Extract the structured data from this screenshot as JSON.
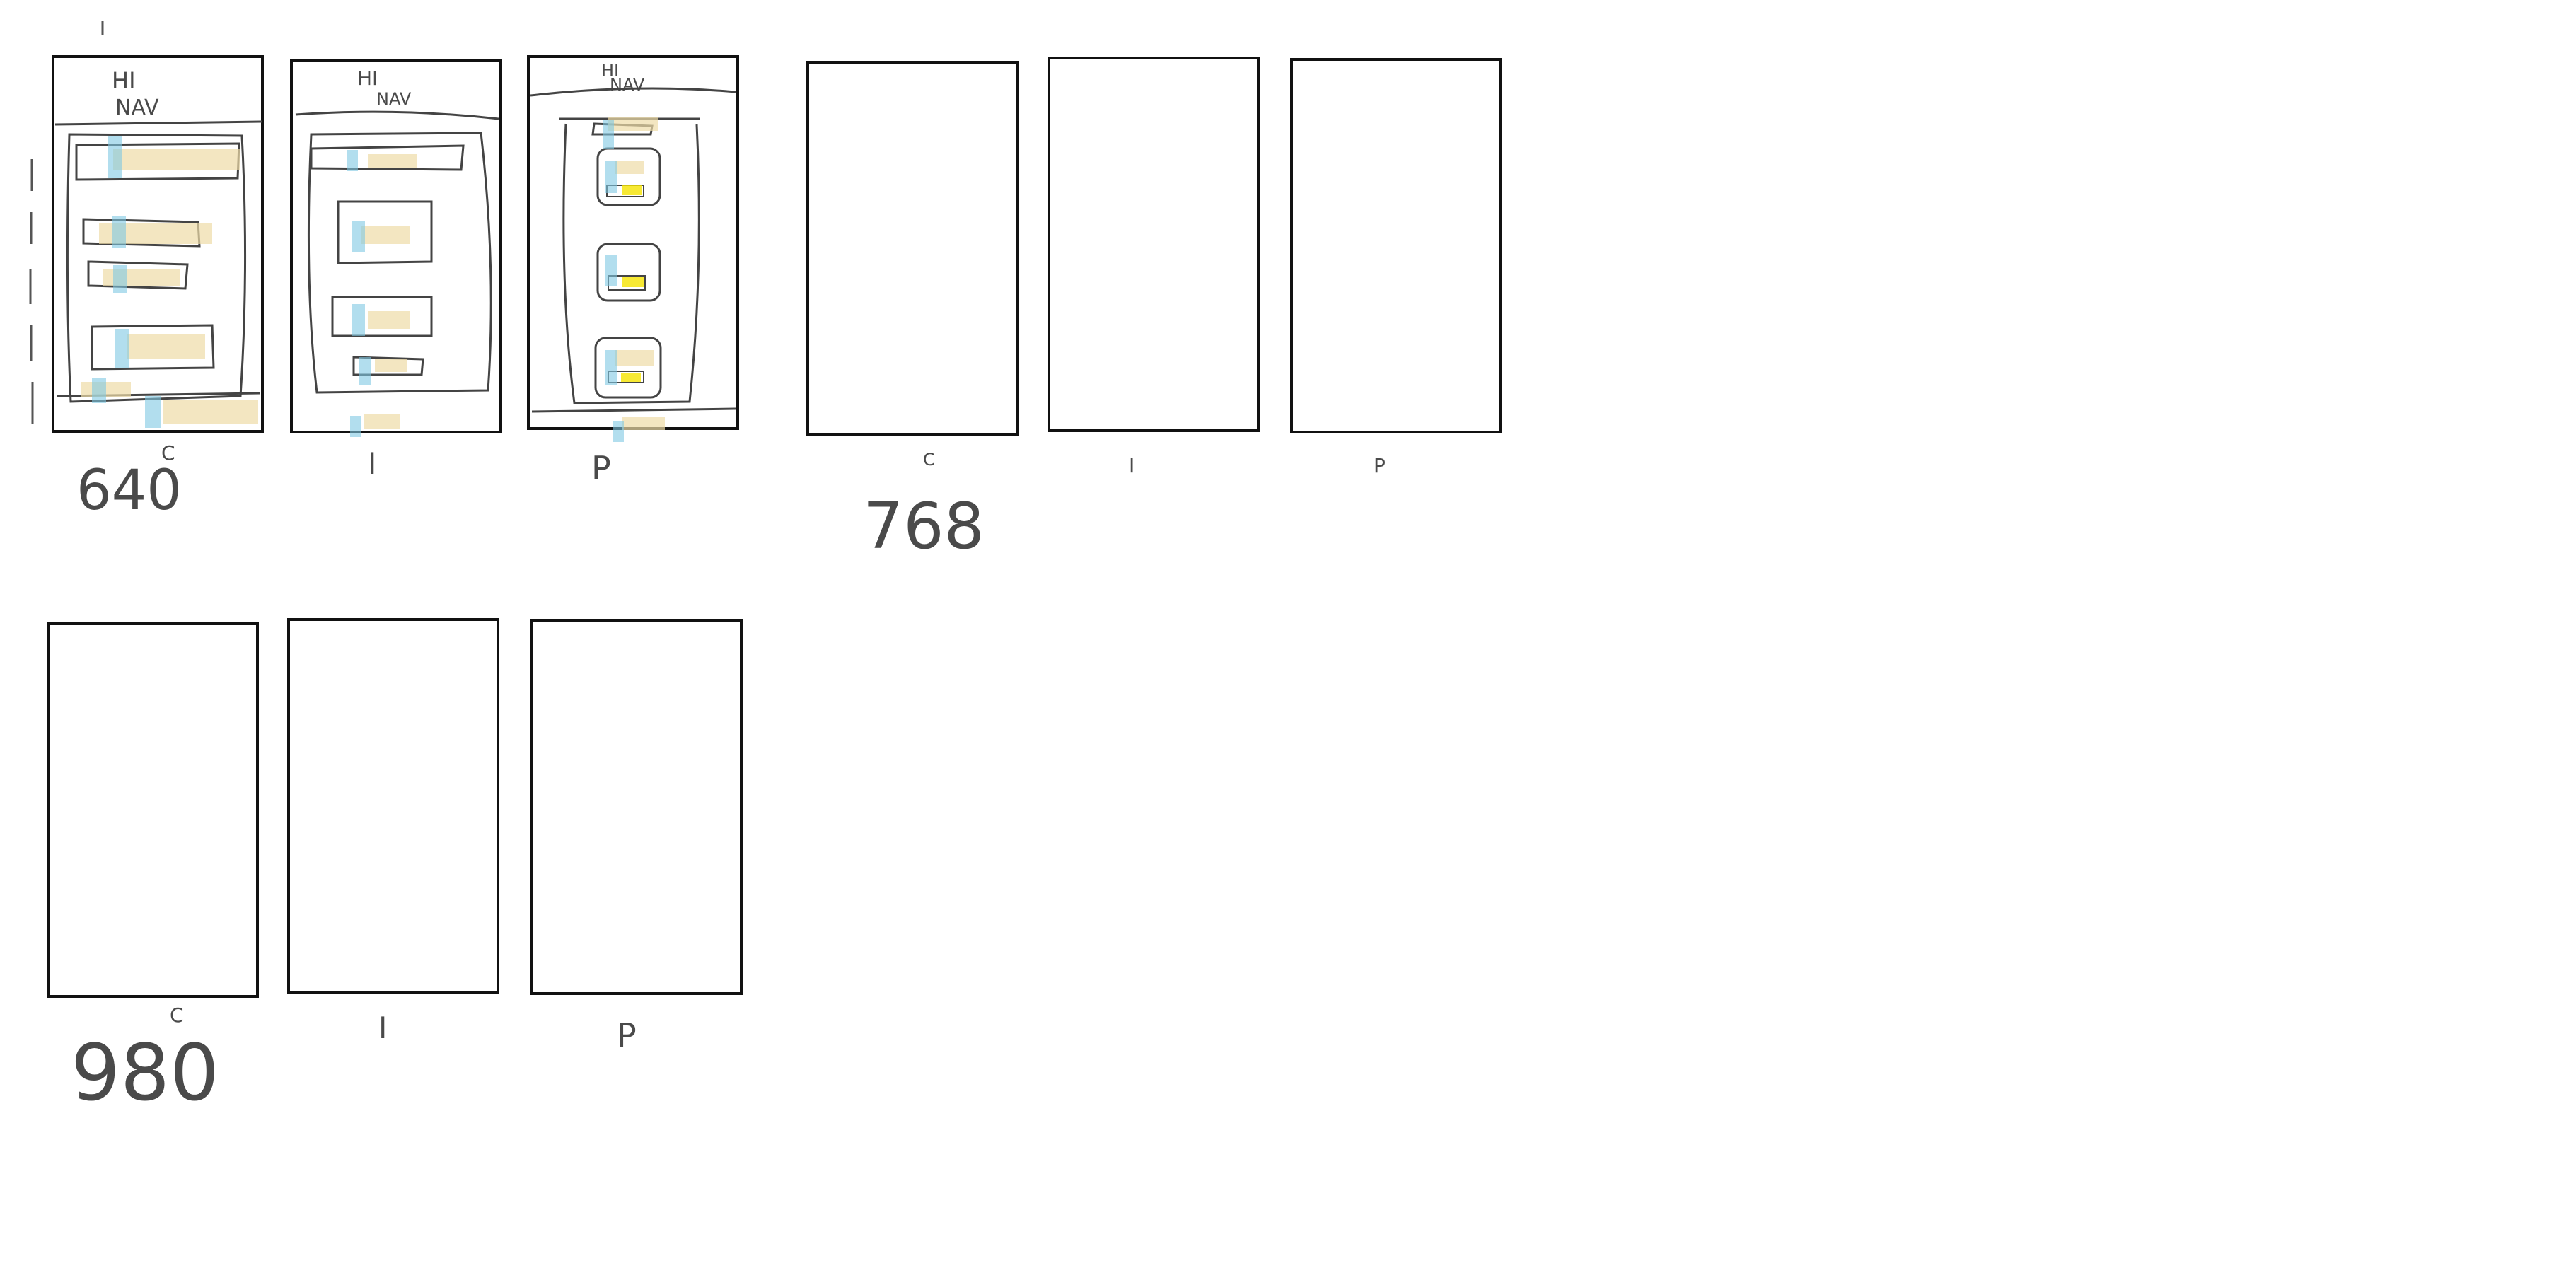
{
  "rows": [
    {
      "breakpoint": "640",
      "frames": [
        {
          "label": "C",
          "header": [
            "HI",
            "NAV"
          ]
        },
        {
          "label": "I",
          "header": [
            "HI",
            "NAV"
          ]
        },
        {
          "label": "P",
          "header": [
            "HI",
            "NAV"
          ]
        }
      ]
    },
    {
      "breakpoint": "768",
      "frames": [
        {
          "label": "C"
        },
        {
          "label": "I"
        },
        {
          "label": "P"
        }
      ]
    },
    {
      "breakpoint": "980",
      "frames": [
        {
          "label": "C"
        },
        {
          "label": "I"
        },
        {
          "label": "P"
        }
      ]
    }
  ],
  "colors": {
    "stroke": "#111111",
    "pencil": "#555555",
    "highlight_blue": "#7ec8e3",
    "highlight_tan": "#eedca6",
    "highlight_yellow": "#f5e400"
  }
}
